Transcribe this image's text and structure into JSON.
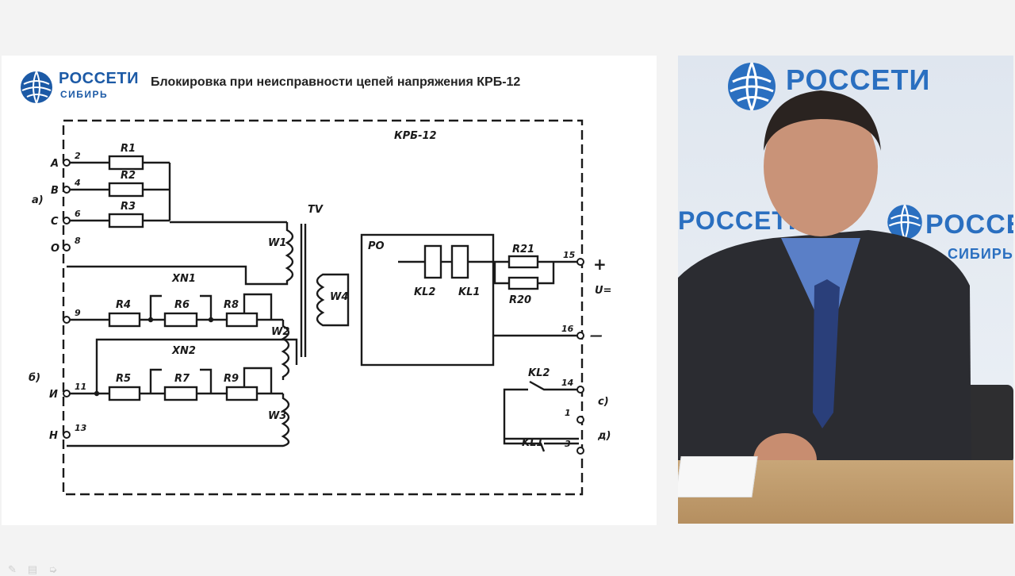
{
  "slide": {
    "brand_name": "РОССЕТИ",
    "brand_region": "СИБИРЬ",
    "title": "Блокировка при неисправности цепей напряжения КРБ-12"
  },
  "schematic": {
    "device_label": "КРБ-12",
    "terminal_letters": [
      "A",
      "B",
      "C",
      "O",
      "И",
      "Н"
    ],
    "terminal_numbers": [
      "2",
      "4",
      "6",
      "8",
      "9",
      "11",
      "13",
      "15",
      "16",
      "14",
      "1",
      "3"
    ],
    "resistors": [
      "R1",
      "R2",
      "R3",
      "R4",
      "R6",
      "R8",
      "R5",
      "R7",
      "R9",
      "R21",
      "R20"
    ],
    "connectors": [
      "XN1",
      "XN2"
    ],
    "transformer": "TV",
    "windings": [
      "W1",
      "W2",
      "W3",
      "W4"
    ],
    "relay_block": "РО",
    "relays": [
      "KL2",
      "KL1"
    ],
    "contacts": [
      "KL2",
      "KL1"
    ],
    "polarity_plus": "+",
    "polarity_minus": "—",
    "voltage_label": "U=",
    "group_a": "а)",
    "group_b": "б)",
    "group_c": "с)",
    "group_d": "д)"
  },
  "video": {
    "backdrop_brand": "РОССЕТИ",
    "backdrop_region": "СИБИРЬ"
  },
  "colors": {
    "brand_blue": "#1c5aa6",
    "ink": "#1a1a1a"
  }
}
